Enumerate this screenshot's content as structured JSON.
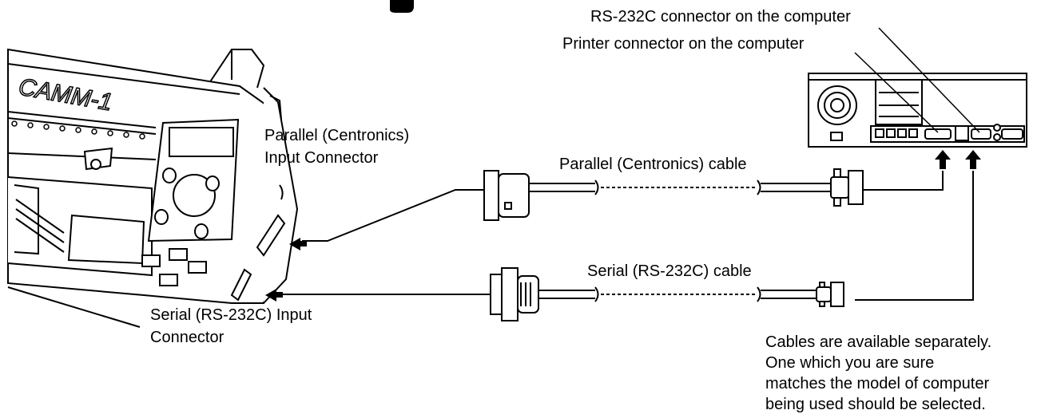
{
  "labels": {
    "rs232c_on_computer": "RS-232C connector on the computer",
    "printer_on_computer": "Printer connector on the computer",
    "parallel_input_line1": "Parallel (Centronics)",
    "parallel_input_line2": "Input Connector",
    "parallel_cable": "Parallel (Centronics) cable",
    "serial_cable": "Serial (RS-232C) cable",
    "serial_input_line1": "Serial (RS-232C) Input",
    "serial_input_line2": "Connector",
    "note_lines": [
      "Cables are available separately.",
      "One which you are sure",
      "matches the model of computer",
      "being used should be selected."
    ]
  },
  "machine": {
    "logo_text": "CAMM-1"
  }
}
